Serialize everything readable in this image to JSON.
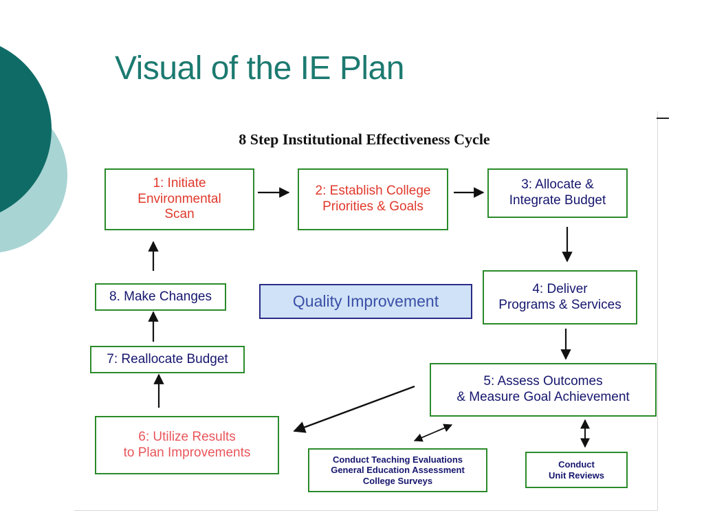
{
  "slide": {
    "title": "Visual of the IE Plan"
  },
  "diagram": {
    "title": "8 Step Institutional Effectiveness Cycle",
    "steps": [
      {
        "text": "1: Initiate\nEnvironmental\nScan"
      },
      {
        "text": "2: Establish College\nPriorities  & Goals"
      },
      {
        "text": "3: Allocate &\nIntegrate Budget"
      },
      {
        "text": "4: Deliver\nPrograms & Services"
      },
      {
        "text": "5: Assess Outcomes\n& Measure Goal Achievement"
      },
      {
        "text": "6: Utilize Results\nto Plan Improvements"
      },
      {
        "text": "7: Reallocate Budget"
      },
      {
        "text": "8. Make Changes"
      }
    ],
    "center": "Quality Improvement",
    "activities": [
      {
        "text": "Conduct Teaching Evaluations\nGeneral Education Assessment\nCollege Surveys"
      },
      {
        "text": "Conduct\nUnit Reviews"
      }
    ]
  },
  "colors": {
    "title_teal": "#1c7a70",
    "box_border_green": "#2a8a2a",
    "step_red": "#e0392b",
    "step_navy": "#16166e",
    "quality_fill": "#cfe2f7",
    "quality_border": "#2a2a86",
    "circle_dark": "#0f6b66",
    "circle_light": "#a9d4d4"
  }
}
